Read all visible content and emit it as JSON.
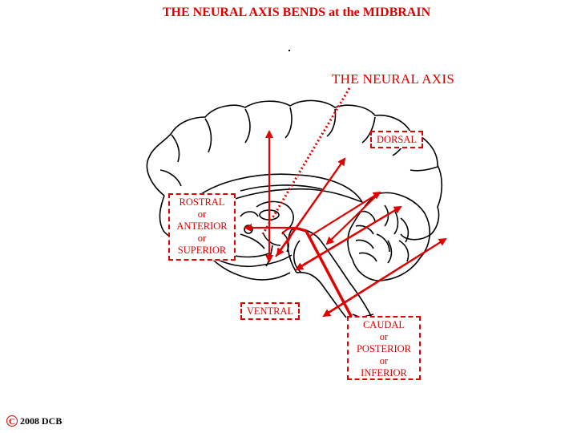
{
  "title": "THE NEURAL AXIS BENDS at the MIDBRAIN",
  "neural_axis_label": "THE NEURAL AXIS",
  "labels": {
    "dorsal": "DORSAL",
    "ventral": "VENTRAL",
    "rostral": [
      "ROSTRAL",
      "or",
      "ANTERIOR",
      "or",
      "SUPERIOR"
    ],
    "caudal": [
      "CAUDAL",
      "or",
      "POSTERIOR",
      "or",
      "INFERIOR"
    ]
  },
  "copyright": {
    "symbol": "C",
    "text": "2008  DCB"
  },
  "colors": {
    "accent": "#e00000",
    "line": "#000000"
  }
}
